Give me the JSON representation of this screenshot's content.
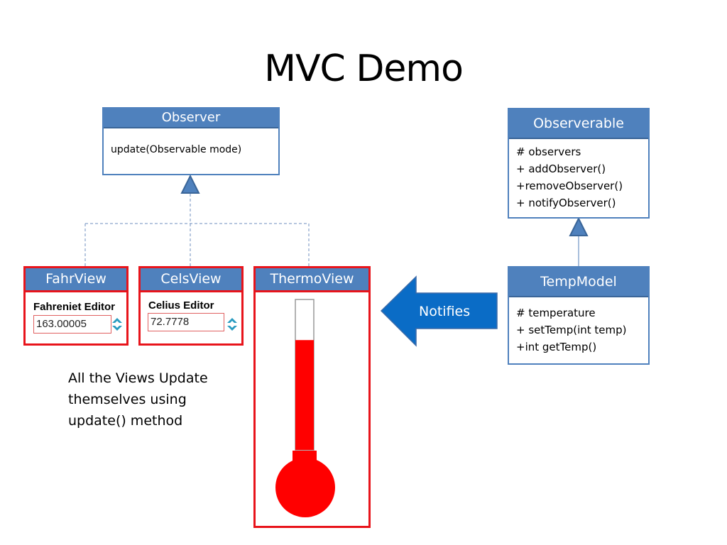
{
  "title": "MVC Demo",
  "observer": {
    "name": "Observer",
    "methods": [
      "update(Observable mode)"
    ]
  },
  "observable": {
    "name": "Observerable",
    "members": [
      "# observers",
      "+ addObserver()",
      "+removeObserver()",
      "+ notifyObserver()"
    ]
  },
  "temp_model": {
    "name": "TempModel",
    "members": [
      "# temperature",
      "+ setTemp(int temp)",
      "+int getTemp()"
    ]
  },
  "views": {
    "fahr": {
      "name": "FahrView",
      "editor_label": "Fahreniet Editor",
      "value": "163.00005"
    },
    "cels": {
      "name": "CelsView",
      "editor_label": "Celius Editor",
      "value": "72.7778"
    },
    "thermo": {
      "name": "ThermoView",
      "fill_fraction": 0.73
    }
  },
  "notify_arrow": {
    "label": "Notifies"
  },
  "note": [
    "All the Views Update",
    "themselves using",
    "update() method"
  ],
  "colors": {
    "uml_header": "#4f81bd",
    "view_border": "#e8141b",
    "thermo_red": "#ff0000",
    "arrow_blue": "#0a6cc6"
  }
}
